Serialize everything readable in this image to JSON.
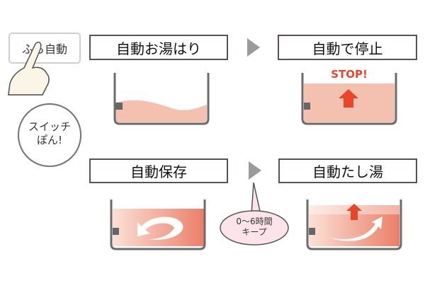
{
  "switch_button": {
    "label": "ふろ自動"
  },
  "switch_callout": {
    "line1": "スイッチ",
    "line2": "ぽん!"
  },
  "steps": [
    {
      "title": "自動お湯はり"
    },
    {
      "title": "自動で停止",
      "badge": "STOP!"
    },
    {
      "title": "自動保存"
    },
    {
      "title": "自動たし湯"
    }
  ],
  "keep_bubble": {
    "line1": "0〜6時間",
    "line2": "キープ"
  },
  "colors": {
    "water": "#f4c1b0",
    "accent_red": "#e8452a",
    "tub": "#6b6b6b",
    "arrow": "#9a9a9a"
  }
}
